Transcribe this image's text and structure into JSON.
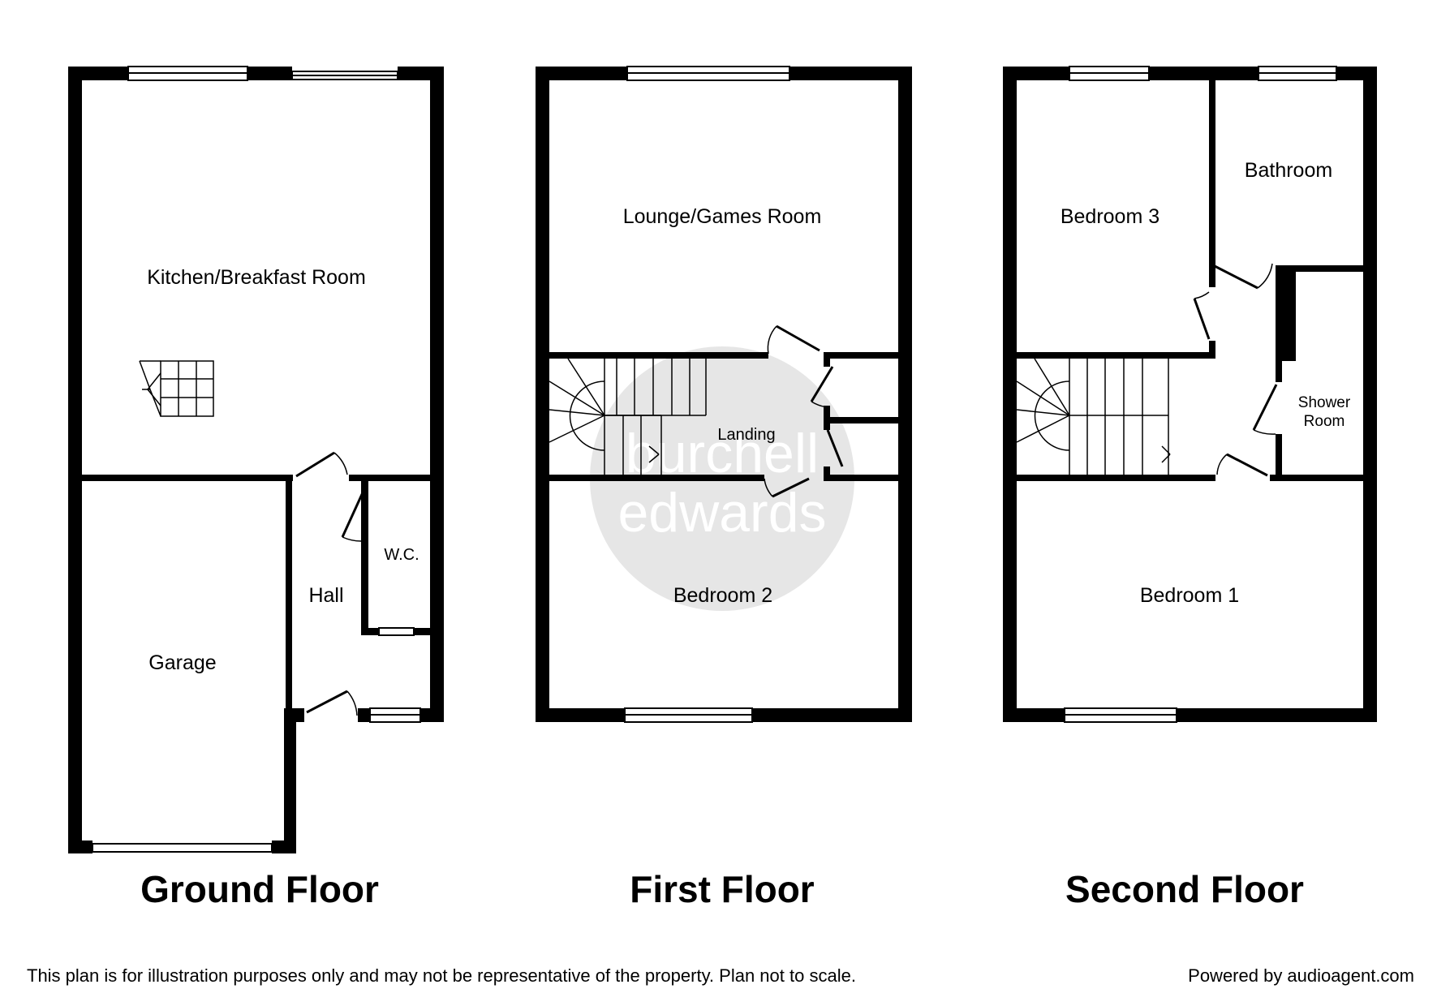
{
  "watermark": {
    "line1": "burchell",
    "line2": "edwards"
  },
  "floors": {
    "ground": {
      "title": "Ground Floor",
      "rooms": {
        "kitchen": "Kitchen/Breakfast Room",
        "garage": "Garage",
        "hall": "Hall",
        "wc": "W.C."
      }
    },
    "first": {
      "title": "First Floor",
      "rooms": {
        "lounge": "Lounge/Games Room",
        "landing": "Landing",
        "bedroom2": "Bedroom 2"
      }
    },
    "second": {
      "title": "Second Floor",
      "rooms": {
        "bedroom3": "Bedroom 3",
        "bathroom": "Bathroom",
        "shower_line1": "Shower",
        "shower_line2": "Room",
        "bedroom1": "Bedroom 1"
      }
    }
  },
  "footer": {
    "disclaimer": "This plan is for illustration purposes only and may not be representative of the property. Plan not to scale.",
    "powered_by": "Powered by audioagent.com"
  },
  "colors": {
    "wall": "#000000",
    "watermark": "#e6e6e6",
    "background": "#ffffff"
  }
}
